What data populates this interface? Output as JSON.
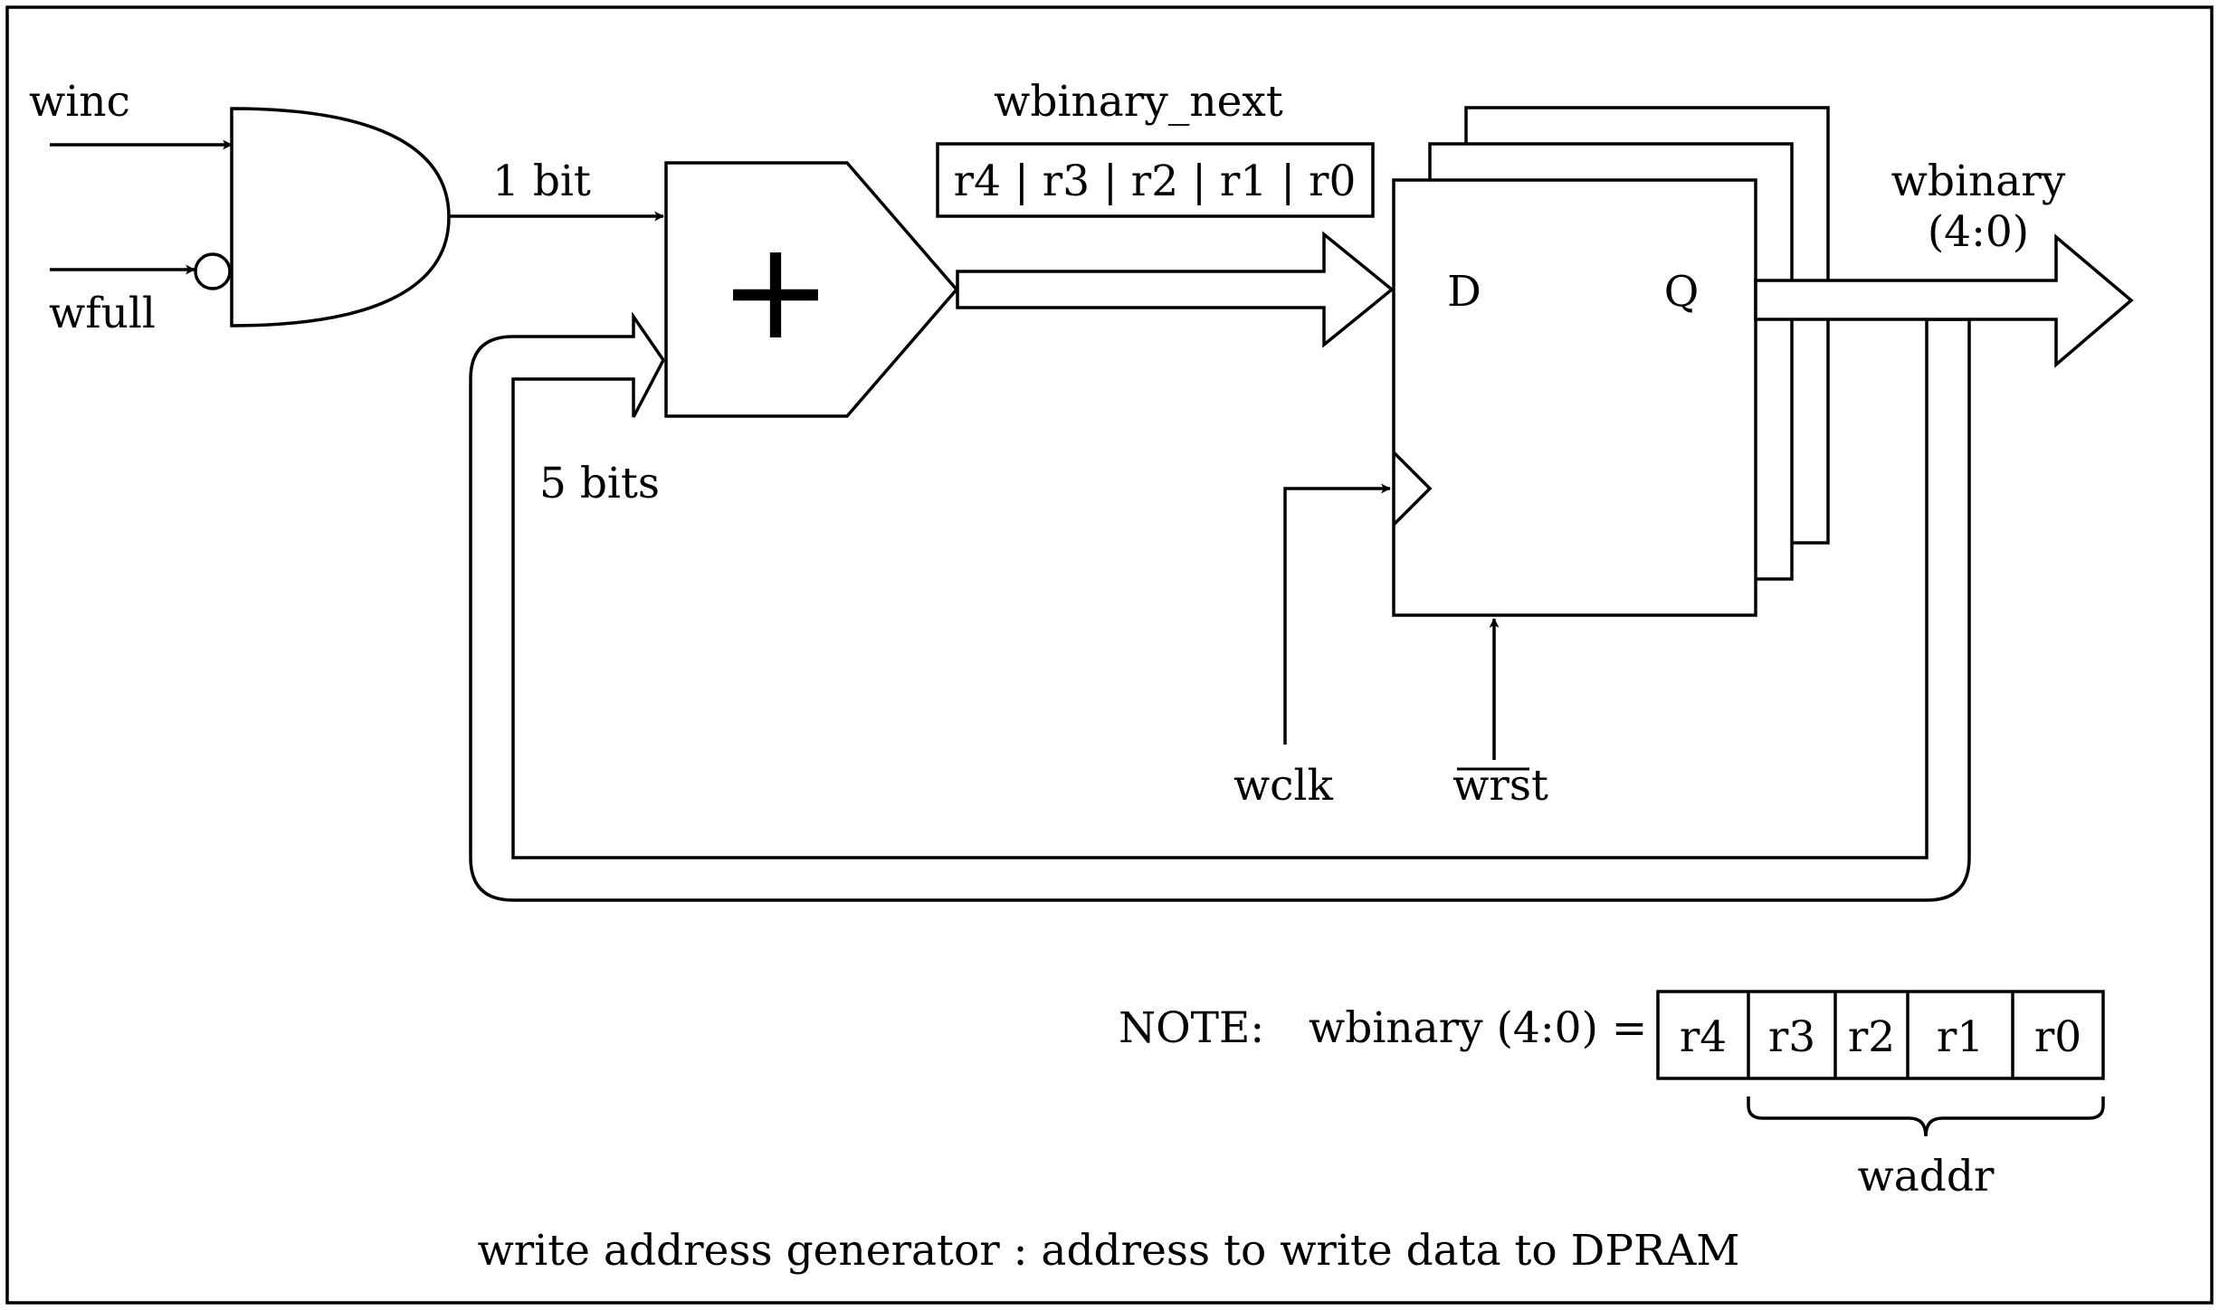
{
  "labels": {
    "winc": "winc",
    "wfull": "wfull",
    "one_bit": "1 bit",
    "five_bits": "5 bits",
    "adder_symbol": "+",
    "wbinary_next": "wbinary_next",
    "next_bits": "r4 | r3 | r2 | r1 | r0",
    "d": "D",
    "q": "Q",
    "wbinary": "wbinary",
    "wbinary_range": "(4:0)",
    "wclk": "wclk",
    "wrst": "wrst",
    "note": "NOTE:",
    "note_expr": "wbinary (4:0) =",
    "waddr": "waddr",
    "caption": "write address generator : address to write data to DPRAM"
  },
  "register_bits": [
    "r4",
    "r3",
    "r2",
    "r1",
    "r0"
  ]
}
